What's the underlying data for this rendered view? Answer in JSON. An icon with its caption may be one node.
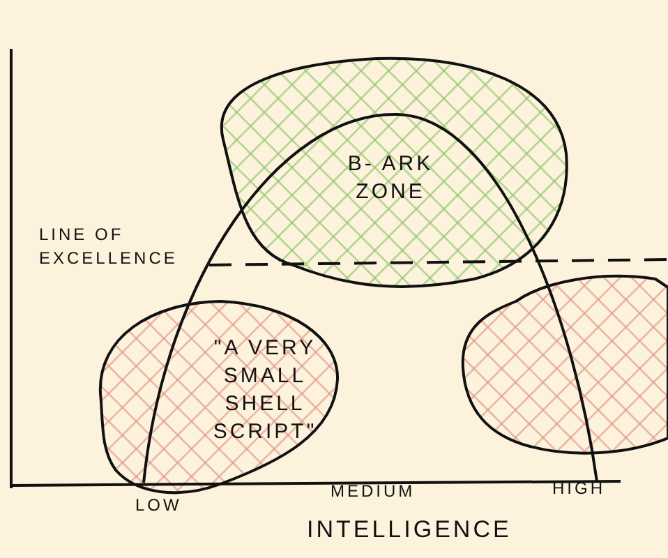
{
  "diagram": {
    "nodes": [
      {
        "text": [
          "B- ARK ZONE"
        ]
      },
      {
        "text": [
          "\"A VERY SMALL SHELL SCRIPT\""
        ]
      },
      {
        "text": [],
        "shape": "cloud"
      }
    ],
    "labels": [
      "LINE OF EXCELLENCE",
      "LOW",
      "MEDIUM",
      "HIGH",
      "INTELLIGENCE"
    ]
  }
}
